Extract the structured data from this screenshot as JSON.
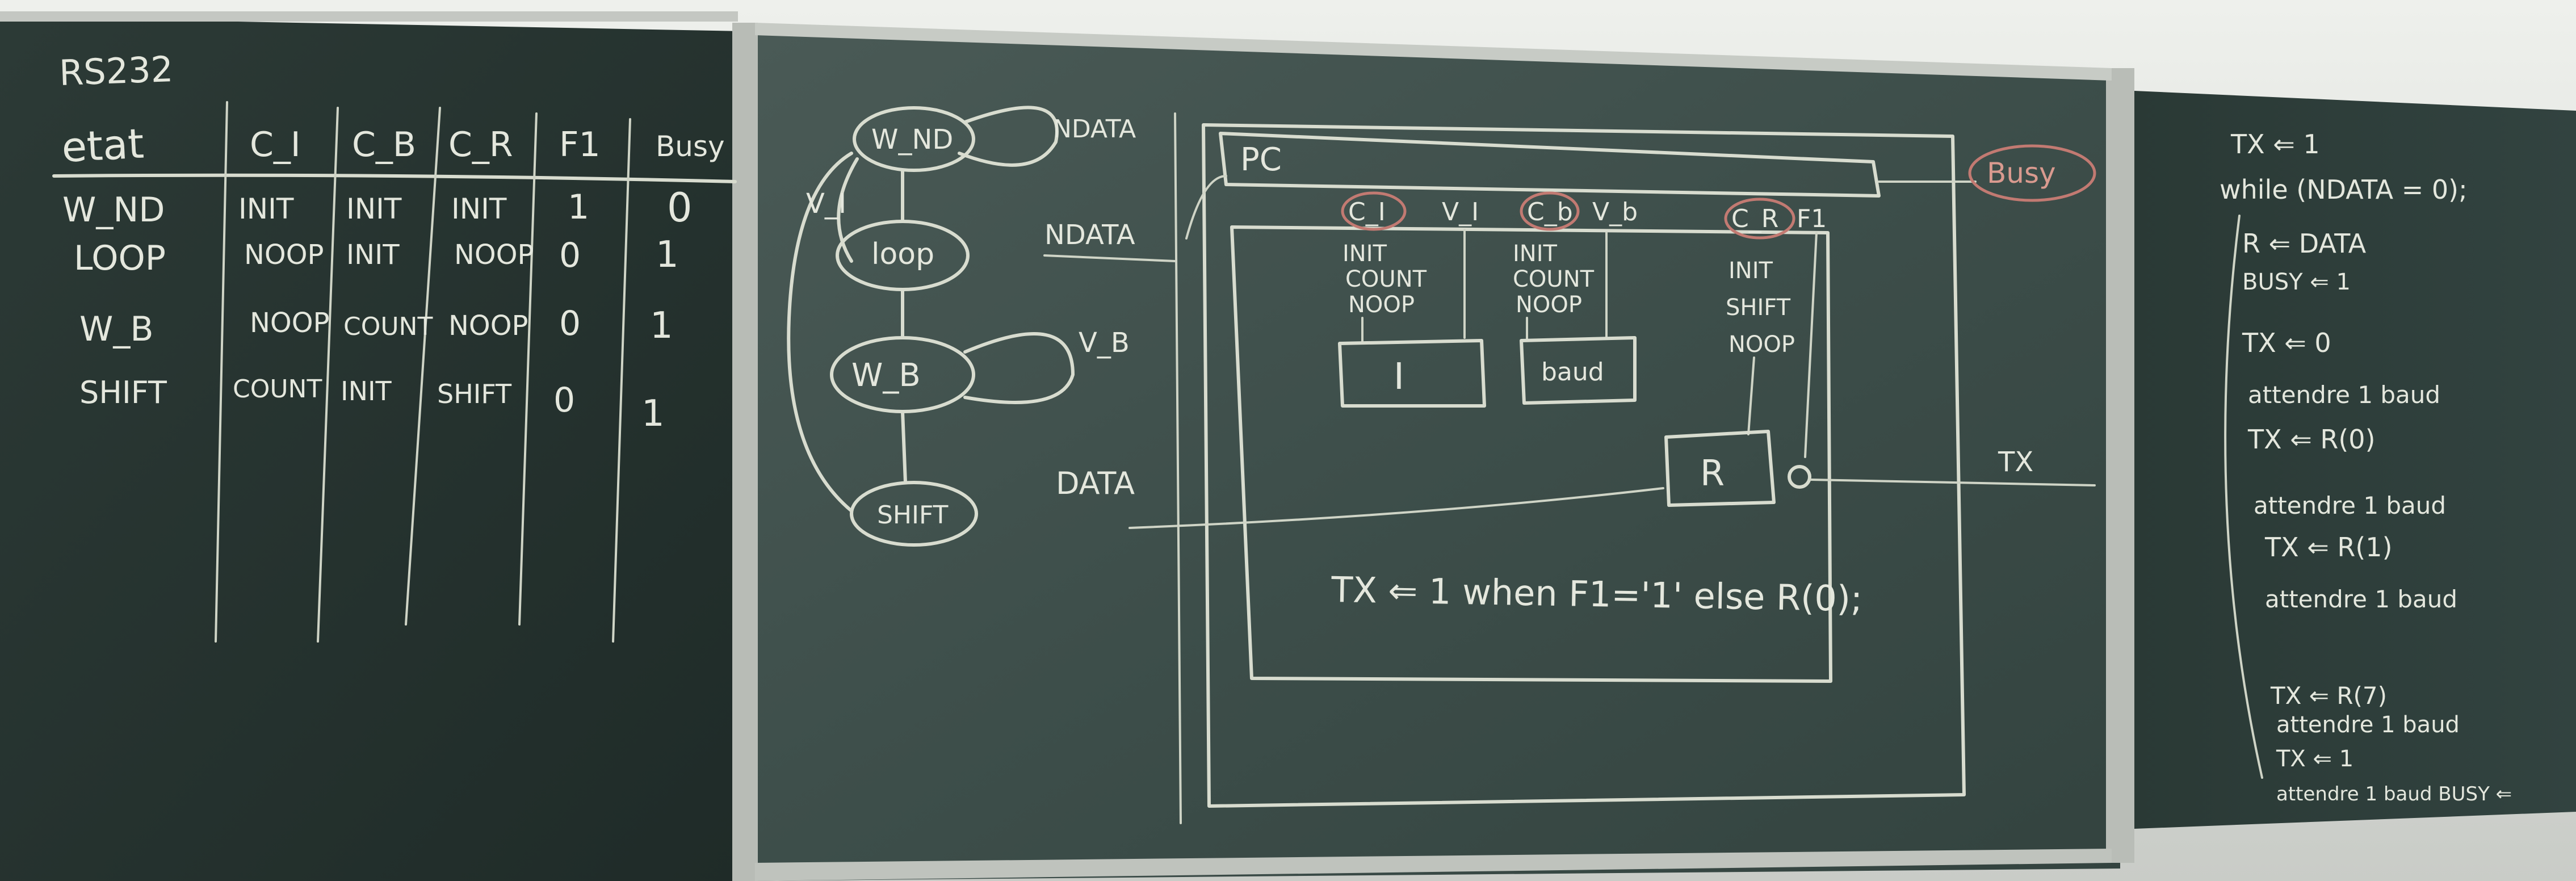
{
  "left_board": {
    "title": "RS232",
    "headers": [
      "etat",
      "C_I",
      "C_B",
      "C_R",
      "F1",
      "Busy"
    ],
    "rows": [
      [
        "W_ND",
        "INIT",
        "INIT",
        "INIT",
        "1",
        "0"
      ],
      [
        "LOOP",
        "NOOP",
        "INIT",
        "NOOP",
        "0",
        "1"
      ],
      [
        "W_B",
        "NOOP",
        "COUNT",
        "NOOP",
        "0",
        "1"
      ],
      [
        "SHIFT",
        "COUNT",
        "INIT",
        "SHIFT",
        "0",
        "1"
      ]
    ]
  },
  "state_machine": {
    "states": [
      "W_ND",
      "loop",
      "W_B",
      "SHIFT"
    ],
    "transitions": [
      "NDATA",
      "V_I",
      "V_B"
    ]
  },
  "datapath": {
    "pc_label": "PC",
    "busy_label": "Busy",
    "input_ndata": "NDATA",
    "input_data": "DATA",
    "output_tx": "TX",
    "signals": [
      "C_I",
      "V_I",
      "C_b",
      "V_b",
      "C_R",
      "F1"
    ],
    "cmd_i": [
      "INIT",
      "COUNT",
      "NOOP"
    ],
    "cmd_b": [
      "INIT",
      "COUNT",
      "NOOP"
    ],
    "cmd_r": [
      "INIT",
      "SHIFT",
      "NOOP"
    ],
    "block_i": "I",
    "block_b": "baud",
    "block_r": "R",
    "equation": "TX ⇐ 1 when F1='1' else R(0);"
  },
  "right_board": {
    "lines": [
      "TX ⇐ 1",
      "while (NDATA = 0);",
      "R ⇐ DATA",
      "BUSY ⇐ 1",
      "TX ⇐ 0",
      "attendre 1 baud",
      "TX ⇐ R(0)",
      "attendre 1 baud",
      "TX ⇐ R(1)",
      "attendre 1 baud",
      "TX ⇐ R(7)",
      "attendre 1 baud",
      "TX ⇐ 1",
      "attendre 1 baud BUSY ⇐"
    ]
  }
}
